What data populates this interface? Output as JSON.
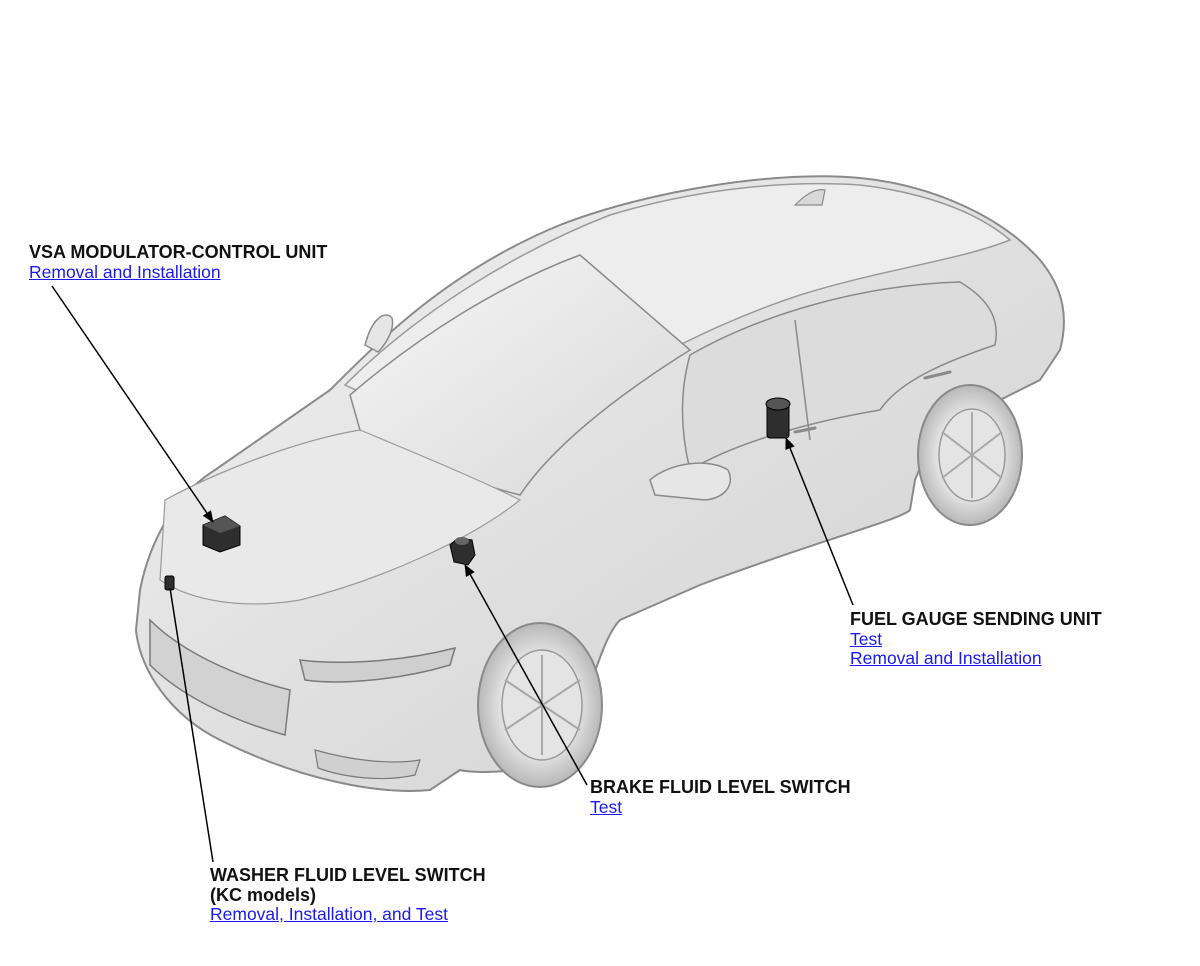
{
  "callouts": {
    "vsa": {
      "title": "VSA MODULATOR-CONTROL UNIT",
      "links": [
        "Removal and Installation"
      ]
    },
    "fuel": {
      "title": "FUEL GAUGE SENDING UNIT",
      "links": [
        "Test",
        "Removal and Installation"
      ]
    },
    "brake": {
      "title": "BRAKE FLUID LEVEL SWITCH",
      "links": [
        "Test"
      ]
    },
    "washer": {
      "title_line1": "WASHER FLUID LEVEL SWITCH",
      "title_line2": "(KC models)",
      "links": [
        "Removal, Installation, and Test"
      ]
    }
  },
  "colors": {
    "link": "#1a1aee",
    "label": "#111111",
    "car_body": "#e2e2e2",
    "car_outline": "#8a8a8a",
    "component": "#2e2e2e"
  }
}
